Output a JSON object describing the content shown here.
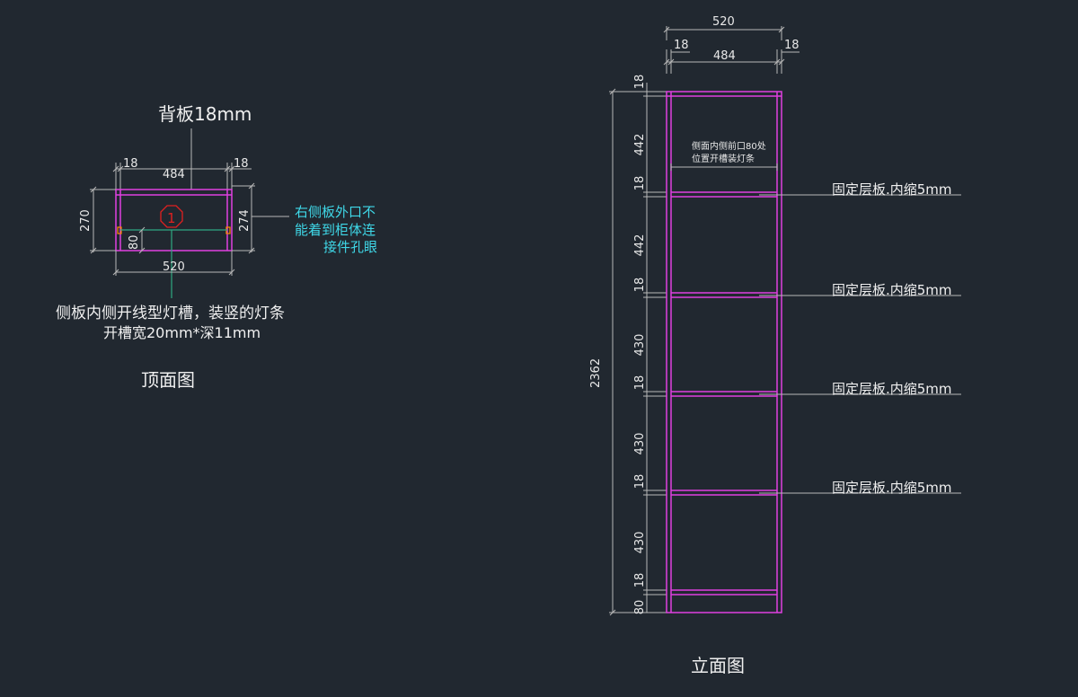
{
  "top_view": {
    "back_panel_label": "背板18mm",
    "dim_top_left": "18",
    "dim_top_mid": "484",
    "dim_top_right": "18",
    "dim_left": "270",
    "dim_right": "274",
    "dim_inner": "80",
    "dim_bottom": "520",
    "marker": "1",
    "note_right": [
      "右侧板外口不",
      "能着到柜体连",
      "接件孔眼"
    ],
    "note_bottom": [
      "侧板内侧开线型灯槽，装竖的灯条",
      "开槽宽20mm*深11mm"
    ],
    "caption": "顶面图"
  },
  "elevation": {
    "dim_top_total": "520",
    "dim_top_left": "18",
    "dim_top_mid": "484",
    "dim_top_right": "18",
    "dim_total_height": "2362",
    "dim_segments": [
      "18",
      "442",
      "18",
      "442",
      "18",
      "430",
      "18",
      "430",
      "18",
      "430",
      "18",
      "80"
    ],
    "inside_note": [
      "侧面内侧前口80处",
      "位置开槽装灯条"
    ],
    "shelf_labels": [
      "固定层板.内缩5mm",
      "固定层板.内缩5mm",
      "固定层板.内缩5mm",
      "固定层板.内缩5mm"
    ],
    "caption": "立面图"
  },
  "colors": {
    "background": "#212830",
    "outline": "#e040e0",
    "dimension": "#b8b8b8",
    "note_cyan": "#3fd8e8",
    "leader_green": "#2fa882",
    "marker_red": "#e02020",
    "slot_orange": "#ff8c00"
  }
}
